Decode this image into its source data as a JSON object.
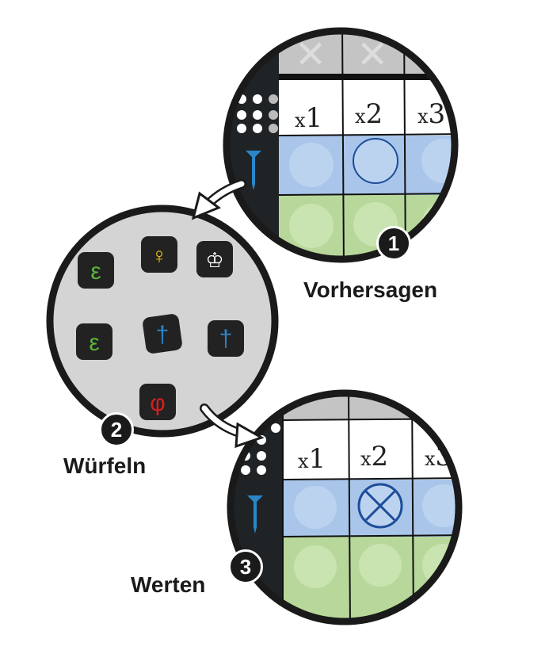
{
  "steps": [
    {
      "number": "1",
      "label": "Vorhersagen"
    },
    {
      "number": "2",
      "label": "Würfeln"
    },
    {
      "number": "3",
      "label": "Werten"
    }
  ],
  "multipliers": [
    "x1",
    "x2",
    "x3"
  ],
  "colors": {
    "blue_row": "#a9c6ea",
    "green_row": "#b7d89a",
    "gray_row": "#c4c4c4",
    "frame": "#1a1a1a",
    "mark": "#1d4d9a"
  },
  "dice_icons": [
    "green-e",
    "yellow-ankh",
    "white-crown",
    "green-e",
    "blue-dagger",
    "blue-dagger",
    "red-phi"
  ]
}
